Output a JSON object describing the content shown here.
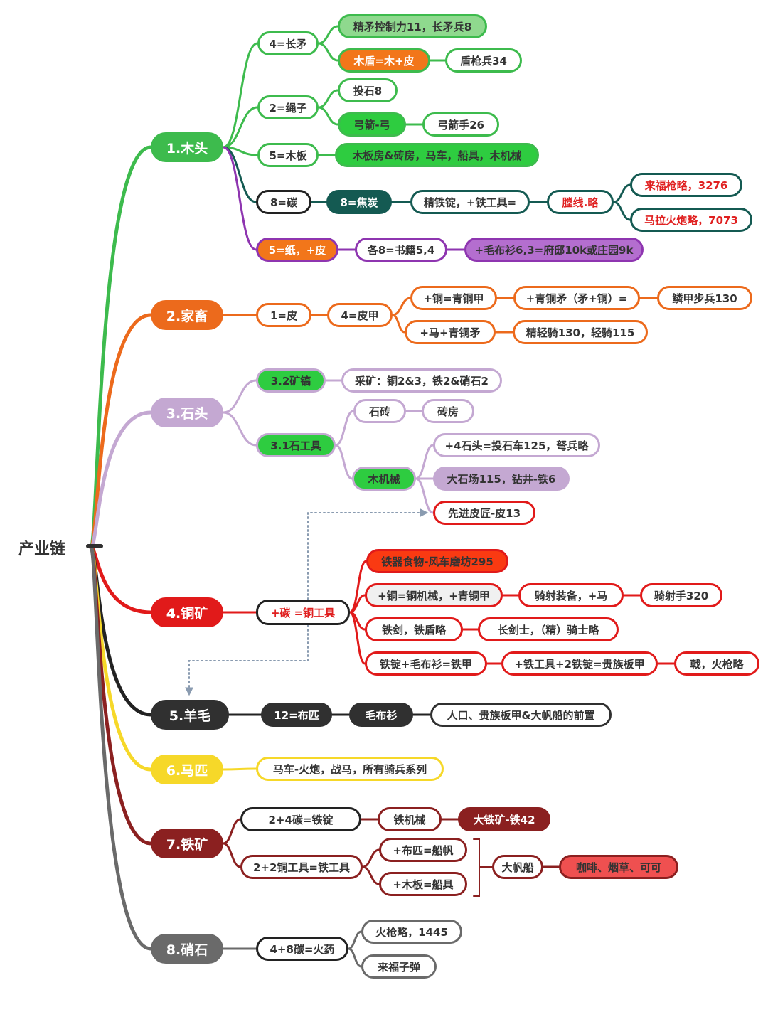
{
  "root": {
    "label": "产业链"
  },
  "colors": {
    "wood": "#3dbb4d",
    "wood_fill_light": "#8fd98e",
    "purple": "#8e35b0",
    "purple_fill": "#b46ecf",
    "teal": "#145a52",
    "orange": "#ec6a1c",
    "orange_fill": "#f2761a",
    "lilac": "#c4a8d2",
    "red": "#e11a1a",
    "red_fill": "#fa3a12",
    "black": "#222222",
    "dark": "#303030",
    "yellow": "#f6d829",
    "maroon": "#8b2020",
    "salmon": "#ef5050",
    "gray": "#6a6a6a",
    "text": "#333333",
    "text_red": "#e02020",
    "green_fill": "#2ecc40"
  },
  "nodes": {
    "n_wood": "1.木头",
    "n_spear": "4=长矛",
    "n_elite_spear": "精矛控制力11，长矛兵8",
    "n_shield": "木盾=木+皮",
    "n_shield_spear": "盾枪兵34",
    "n_rope": "2=绳子",
    "n_toushi": "投石8",
    "n_bow": "弓箭-弓",
    "n_archer": "弓箭手26",
    "n_plank": "5=木板",
    "n_plank_house": "木板房&砖房，马车，船具，木机械",
    "n_charcoal": "8=碳",
    "n_coke": "8=焦炭",
    "n_fine_iron": "精铁锭，+铁工具=",
    "n_bore": "膛线.略",
    "n_rifle": "来福枪略，3276",
    "n_musket": "马拉火炮略，7073",
    "n_paper": "5=纸，+皮",
    "n_books": "各8=书籍5,4",
    "n_wool_mansion": "+毛布衫6,3=府邸10k或庄园9k",
    "n_livestock": "2.家畜",
    "n_hide": "1=皮",
    "n_armor": "4=皮甲",
    "n_bronze_armor": "+铜=青铜甲",
    "n_bronze_spear": "+青铜矛（矛+铜）=",
    "n_scale_inf": "鳞甲步兵130",
    "n_horse_bronze": "+马+青铜矛",
    "n_light_cav": "精轻骑130，轻骑115",
    "n_stone": "3.石头",
    "n_pickaxe": "3.2矿镐",
    "n_mining": "采矿：铜2&3，铁2&硝石2",
    "n_stone_tools": "3.1石工具",
    "n_stone_brick": "石砖",
    "n_brick_house": "砖房",
    "n_wood_machine": "木机械",
    "n_catapult": "+4石头=投石车125，弩兵略",
    "n_quarry": "大石场115，钻井-铁6",
    "n_tanner": "先进皮匠-皮13",
    "n_copper": "4.铜矿",
    "n_copper_tools": "+碳 =铜工具",
    "n_iron_food": "铁器食物-风车磨坊295",
    "n_copper_machine": "+铜=铜机械，+青铜甲",
    "n_horse_archer_eq": "骑射装备，+马",
    "n_horse_archer": "骑射手320",
    "n_iron_sword": "铁剑，铁盾略",
    "n_longsword": "长剑士，（精）骑士略",
    "n_iron_armor": "铁锭+毛布衫=铁甲",
    "n_noble_plate": "+铁工具+2铁锭=贵族板甲",
    "n_halberd": "戟，火枪略",
    "n_wool": "5.羊毛",
    "n_cloth": "12=布匹",
    "n_wool_shirt": "毛布衫",
    "n_prereq": "人口、贵族板甲&大帆船的前置",
    "n_horse": "6.马匹",
    "n_cart": "马车-火炮，战马，所有骑兵系列",
    "n_iron": "7.铁矿",
    "n_ingot": "2+4碳=铁锭",
    "n_iron_machine": "铁机械",
    "n_big_iron": "大铁矿-铁42",
    "n_iron_tools": "2+2铜工具=铁工具",
    "n_sail": "+布匹=船帆",
    "n_ship_gear": "+木板=船具",
    "n_galleon": "大帆船",
    "n_coffee": "咖啡、烟草、可可",
    "n_saltpeter": "8.硝石",
    "n_gunpowder": "4+8碳=火药",
    "n_musket2": "火枪略，1445",
    "n_rifle_ammo": "来福子弹"
  }
}
